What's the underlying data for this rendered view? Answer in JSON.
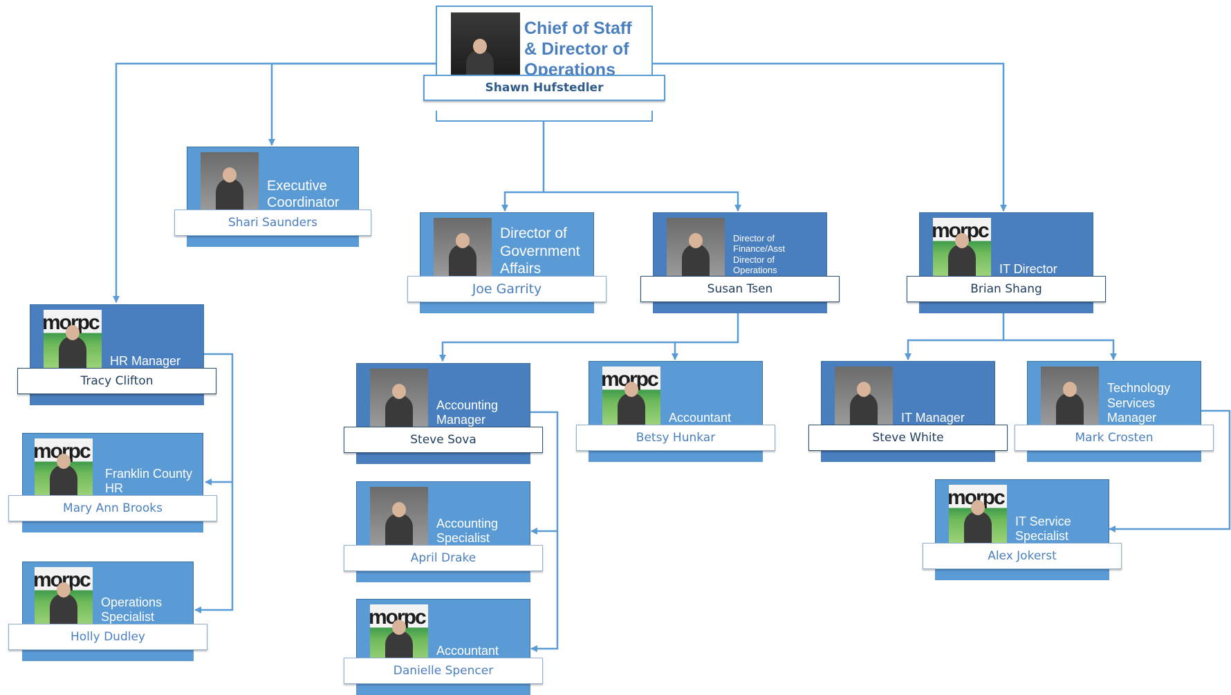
{
  "cards": {
    "chief": {
      "title": "Chief of Staff\n& Director of\nOperations",
      "name": "Shawn Hufstedler"
    },
    "exec": {
      "title": "Executive\nCoordinator",
      "name": "Shari Saunders"
    },
    "gov": {
      "title": "Director of\nGovernment\nAffairs",
      "name": "Joe Garrity"
    },
    "fin": {
      "title": "Director of\nFinance/Asst\nDirector of\nOperations",
      "name": "Susan Tsen"
    },
    "itdir": {
      "title": "IT Director",
      "name": "Brian Shang"
    },
    "hr": {
      "title": "HR Manager",
      "name": "Tracy Clifton"
    },
    "franklin": {
      "title": "Franklin County\nHR",
      "name": "Mary Ann Brooks"
    },
    "ops": {
      "title": "Operations\nSpecialist",
      "name": "Holly Dudley"
    },
    "acctmgr": {
      "title": "Accounting\nManager",
      "name": "Steve Sova"
    },
    "acctspec": {
      "title": "Accounting\nSpecialist",
      "name": "April Drake"
    },
    "acct2": {
      "title": "Accountant",
      "name": "Danielle Spencer"
    },
    "acct1": {
      "title": "Accountant",
      "name": "Betsy Hunkar"
    },
    "itmgr": {
      "title": "IT Manager",
      "name": "Steve White"
    },
    "techsvc": {
      "title": "Technology\nServices\nManager",
      "name": "Mark Crosten"
    },
    "itsvc": {
      "title": "IT Service\nSpecialist",
      "name": "Alex Jokerst"
    }
  },
  "logo_text": "morpc"
}
